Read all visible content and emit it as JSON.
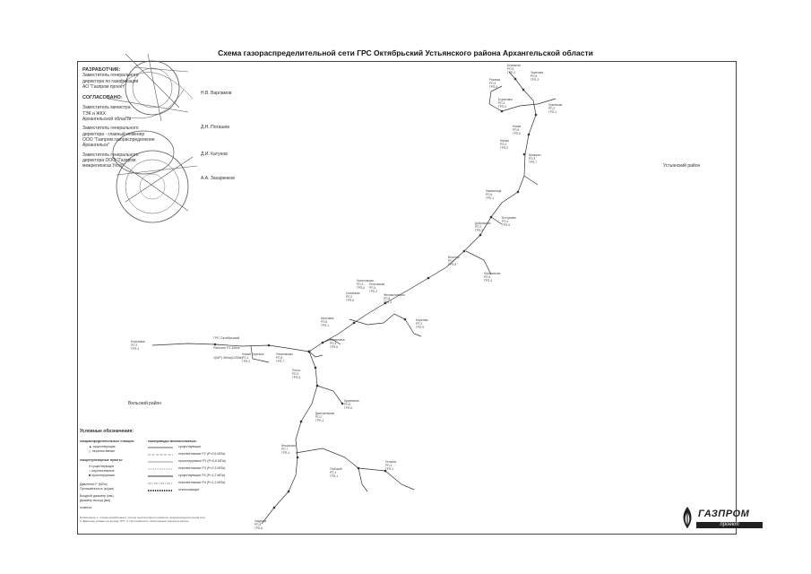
{
  "title": "Схема газораспределительной сети ГРС Октябрьский Устьянского района Архангельской области",
  "approval": {
    "developer_header": "РАЗРАБОТЧИК:",
    "developer_lines": [
      "Заместитель генерального",
      "директора по газификации",
      "АО \"Газпром проект\""
    ],
    "developer_sign": "Н.В. Варламов",
    "agreed_header": "СОГЛАСОВАНО:",
    "agreed_1_lines": [
      "Заместитель министра",
      "ТЭК и ЖКХ",
      "Архангельской области"
    ],
    "agreed_1_sign": "Д.Н. Поташев",
    "agreed_2_lines": [
      "Заместитель генерального",
      "директора - главный инженер",
      "ООО \"Газпром газораспределение",
      "Архангельск\""
    ],
    "agreed_2_sign": "Д.И. Катунов",
    "agreed_3_lines": [
      "Заместитель генерального",
      "директора ООО \"Газпром",
      "межрегионгаз Ухта\""
    ],
    "agreed_3_sign": "А.А. Захаренков"
  },
  "regions": {
    "ustyansky": "Устьянский район",
    "velsky": "Вельский район"
  },
  "grs_label": [
    "ГРС Октябрьский",
    "Рабочее Р2 4Мпа",
    "1(МР) 4Мпа(1200м)"
  ],
  "nodes": [
    [
      "Бережная",
      "РП-6",
      "ГРП-2"
    ],
    [
      "Рязанка",
      "РП-4",
      "ГРП-5"
    ],
    [
      "Заречная",
      "РП-8",
      "ГРП-3"
    ],
    [
      "Лукинская",
      "РП-2",
      "ГРП-1"
    ],
    [
      "Борисовка",
      "РП-3",
      "ГРП-4"
    ],
    [
      "Новая",
      "РП-5",
      "ГРП-6"
    ],
    [
      "Малая",
      "РП-2",
      "ГРП-2"
    ],
    [
      "Шангалы",
      "РП-3",
      "ГРП-7"
    ],
    [
      "Камешница",
      "РП-6",
      "ГРП-1"
    ],
    [
      "Бестужево",
      "РП-4",
      "ГРП-5"
    ],
    [
      "Дубровская",
      "РП-2",
      "ГРП-3"
    ],
    [
      "Веселая",
      "РП-7",
      "ГРП-8"
    ],
    [
      "Юрятинская",
      "РП-5",
      "ГРП-4"
    ],
    [
      "Кононовская",
      "РП-3",
      "ГРП-6"
    ],
    [
      "Петровская",
      "РП-4",
      "ГРП-2"
    ],
    [
      "Сизовская",
      "РП-2",
      "ГРП-5"
    ],
    [
      "Филимоновская",
      "РП-8",
      "ГРП-3"
    ],
    [
      "Шестовка",
      "РП-6",
      "ГРП-1"
    ],
    [
      "Березник",
      "РП-2",
      "ГРП-9"
    ],
    [
      "Березовая",
      "РП-3",
      "ГРП-4"
    ],
    [
      "Новый Березник",
      "РП-1",
      "ГРП-2"
    ],
    [
      "Ульяновская",
      "РП-5",
      "ГРП-7"
    ],
    [
      "Малиновка",
      "РП-4",
      "ГРП-8"
    ],
    [
      "Плесо",
      "РП-3",
      "ГРП-5"
    ],
    [
      "Кукуевская",
      "РП-6",
      "ГРП-6"
    ],
    [
      "Дмитриевская",
      "РП-2",
      "ГРП-3"
    ],
    [
      "Ильинская",
      "РП-7",
      "ГРП-4"
    ],
    [
      "Глубокий",
      "РП-1",
      "ГРП-1"
    ],
    [
      "Устьяны",
      "РП-4",
      "ГРП-2"
    ],
    [
      "Чадрома",
      "РП-5",
      "ГРП-6"
    ]
  ],
  "legend": {
    "title": "Условные обозначения:",
    "col1_header": "газораспределительные станции:",
    "col1_items": [
      "существующие",
      "перспективные"
    ],
    "col1b_header": "газорегуляторные пункты:",
    "col1b_items": [
      "существующие",
      "перспективные",
      "проектируемые"
    ],
    "col1c_items": [
      "Давление Р (МПа)",
      "Протяжённость (м)(км)",
      "Входной диаметр (мм)",
      "Диаметр выход (мм)",
      "отметка"
    ],
    "col2_header": "газопроводы межпоселковые:",
    "col2_items": [
      "существующие",
      "перспективные Р2 (Р<0,6 МПа)",
      "проектируемые Р2 (Р<0,6 МПа)",
      "перспективные Р3 (Р<0,3 МПа)",
      "существующие Р4 (Р<1,2 МПа)",
      "перспективные Р4 (Р<1,2 МПа)",
      "отключающие"
    ]
  },
  "logo": {
    "name": "ГАЗПРОМ",
    "sub": "проект"
  },
  "footnote": [
    "Примечание: 1. Схема разработана с учётом перспективного развития газораспределительной сети.",
    "2. Давление указано на выходе ГРС. 3. Протяжённость газопроводов указана в метрах."
  ]
}
